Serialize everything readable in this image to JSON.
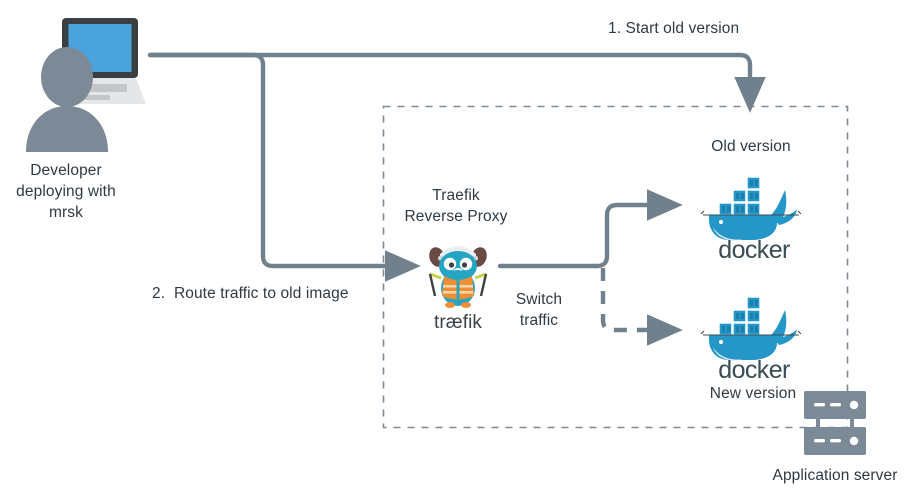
{
  "diagram": {
    "title_alt": "mrsk zero-downtime deployment with Traefik and Docker",
    "colors": {
      "line": "#71808d",
      "text": "#2e3a43",
      "dashed_box": "#7d8a96",
      "person": "#7c8996",
      "laptop_screen": "#4aa3dd",
      "laptop_frame": "#3a3f44",
      "laptop_base": "#e4e6e8",
      "docker_blue": "#2496c8",
      "docker_blue_dark": "#1b7fab",
      "docker_text": "#394d54",
      "traefik_orange": "#ef8f35",
      "traefik_cyan": "#24a5c4",
      "traefik_text": "#3b4145",
      "server": "#7c8996"
    },
    "labels": {
      "developer": "Developer\ndeploying with\nmrsk",
      "step1": "1. Start old version",
      "step2": "2.  Route traffic to old image",
      "traefik_title": "Traefik\nReverse Proxy",
      "traefik_logo_text": "træfik",
      "switch_traffic": "Switch\ntraffic",
      "old_version": "Old version",
      "new_version": "New version",
      "docker_wordmark": "docker",
      "application_server": "Application server"
    },
    "flows": [
      {
        "id": "start-old-version",
        "from": "developer-laptop",
        "to": "old-version-docker",
        "style": "solid",
        "label": "1. Start old version"
      },
      {
        "id": "route-traffic-old-image",
        "from": "developer-laptop",
        "to": "traefik-reverse-proxy",
        "style": "solid",
        "label": "2.  Route traffic to old image"
      },
      {
        "id": "switch-traffic-old",
        "from": "traefik-reverse-proxy",
        "to": "old-version-docker",
        "style": "solid",
        "label": "Switch traffic"
      },
      {
        "id": "switch-traffic-new",
        "from": "traefik-reverse-proxy",
        "to": "new-version-docker",
        "style": "dashed",
        "label": "Switch traffic"
      }
    ],
    "boundary": {
      "name": "application-server-boundary",
      "style": "dashed"
    }
  }
}
